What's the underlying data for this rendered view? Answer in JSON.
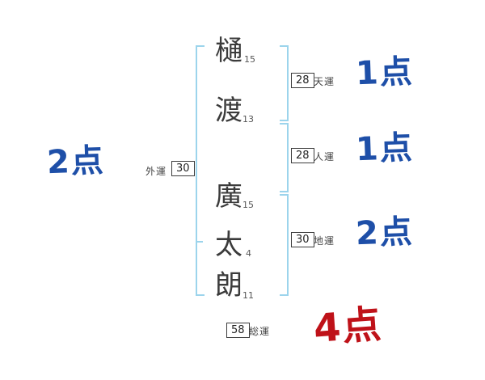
{
  "name_chars": [
    {
      "char": "樋",
      "strokes": "15"
    },
    {
      "char": "渡",
      "strokes": "13"
    },
    {
      "char": "廣",
      "strokes": "15"
    },
    {
      "char": "太",
      "strokes": "4"
    },
    {
      "char": "朗",
      "strokes": "11"
    }
  ],
  "fortunes": {
    "tenun": {
      "label": "天運",
      "value": "28",
      "score": "1点"
    },
    "jinun": {
      "label": "人運",
      "value": "28",
      "score": "1点"
    },
    "chiun": {
      "label": "地運",
      "value": "30",
      "score": "2点"
    },
    "gaiun": {
      "label": "外運",
      "value": "30",
      "score": "2点"
    },
    "soun": {
      "label": "総運",
      "value": "58",
      "score": "4点"
    }
  },
  "colors": {
    "score_blue": "#1e4fa8",
    "score_red": "#bf1219",
    "bracket": "#9cd4ec",
    "ink": "#3b3b3b"
  }
}
